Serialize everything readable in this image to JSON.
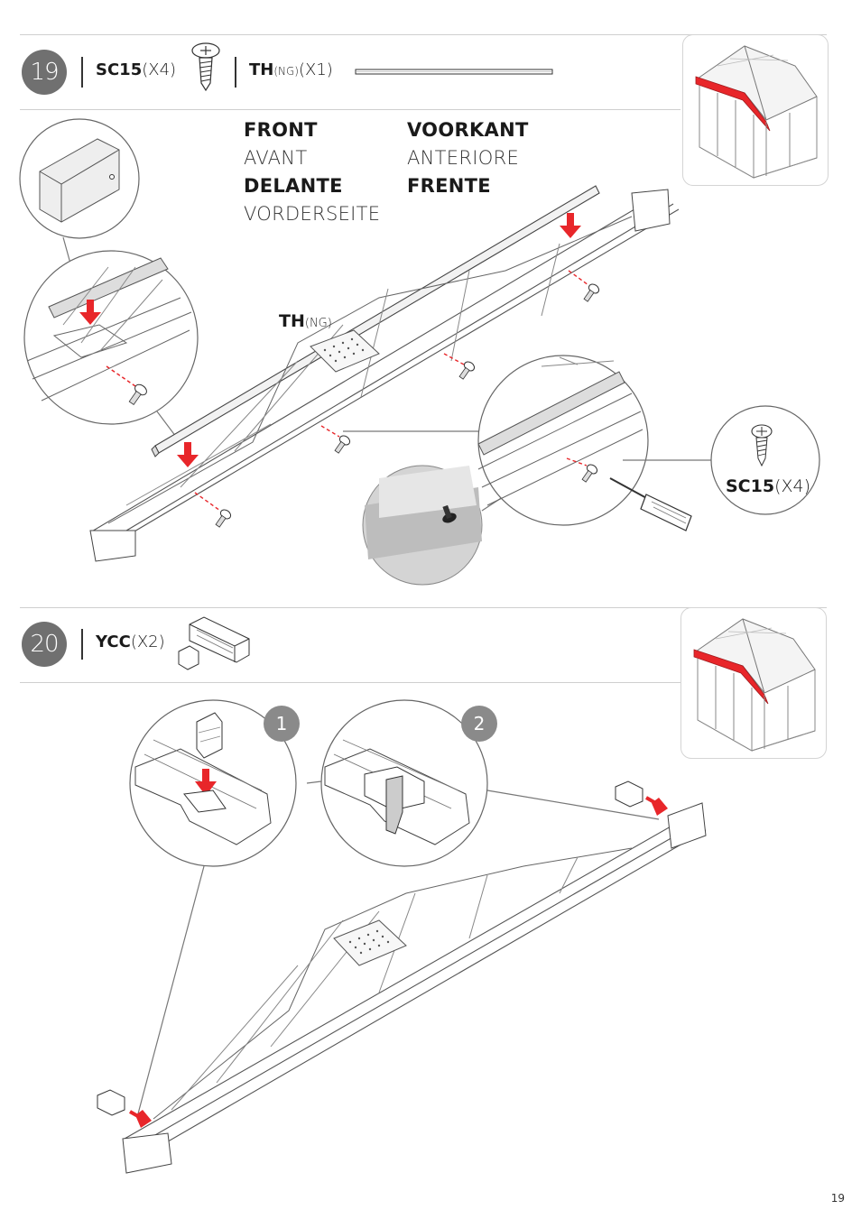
{
  "page_number": "19",
  "step19": {
    "number": "19",
    "parts": [
      {
        "code": "SC15",
        "qty": "(X4)",
        "icon": "screw-icon"
      },
      {
        "code": "TH",
        "suffix": "(NG)",
        "qty": "(X1)",
        "icon": "rail-icon"
      }
    ],
    "orientation_labels": [
      {
        "text": "FRONT",
        "weight": "bold"
      },
      {
        "text": "VOORKANT",
        "weight": "bold"
      },
      {
        "text": "AVANT",
        "weight": "light"
      },
      {
        "text": "ANTERIORE",
        "weight": "light"
      },
      {
        "text": "DELANTE",
        "weight": "bold"
      },
      {
        "text": "FRENTE",
        "weight": "bold"
      },
      {
        "text": "VORDERSEITE",
        "weight": "light"
      }
    ],
    "rail_label": {
      "code": "TH",
      "suffix": "(NG)"
    },
    "screw_callout": {
      "code": "SC15",
      "qty": "(X4)"
    }
  },
  "step20": {
    "number": "20",
    "parts": [
      {
        "code": "YCC",
        "qty": "(X2)",
        "icon": "corner-cap-icon"
      }
    ],
    "substeps": [
      "1",
      "2"
    ]
  },
  "colors": {
    "accent_red": "#e8262a",
    "badge_gray": "#707070",
    "line_gray": "#4a4a4a"
  }
}
